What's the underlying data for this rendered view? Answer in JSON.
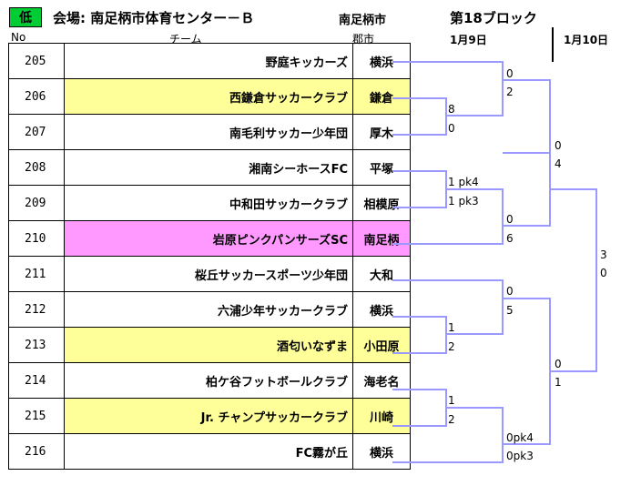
{
  "header": {
    "level": "低",
    "venue": "会場: 南足柄市体育センター－Ｂ",
    "host_city": "南足柄市",
    "block": "第18ブロック",
    "date1": "1月9日",
    "date2": "1月10日"
  },
  "columns": {
    "no": "No",
    "team": "チーム",
    "city": "郡市"
  },
  "rows": [
    {
      "no": "205",
      "team": "野庭キッカーズ",
      "city": "横浜",
      "hl": ""
    },
    {
      "no": "206",
      "team": "西鎌倉サッカークラブ",
      "city": "鎌倉",
      "hl": "yellow"
    },
    {
      "no": "207",
      "team": "南毛利サッカー少年団",
      "city": "厚木",
      "hl": ""
    },
    {
      "no": "208",
      "team": "湘南シーホースFC",
      "city": "平塚",
      "hl": ""
    },
    {
      "no": "209",
      "team": "中和田サッカークラブ",
      "city": "相模原",
      "hl": ""
    },
    {
      "no": "210",
      "team": "岩原ピンクパンサーズSC",
      "city": "南足柄",
      "hl": "pink"
    },
    {
      "no": "211",
      "team": "桜丘サッカースポーツ少年団",
      "city": "大和",
      "hl": ""
    },
    {
      "no": "212",
      "team": "六浦少年サッカークラブ",
      "city": "横浜",
      "hl": ""
    },
    {
      "no": "213",
      "team": "酒匂いなずま",
      "city": "小田原",
      "hl": "yellow"
    },
    {
      "no": "214",
      "team": "柏ケ谷フットボールクラブ",
      "city": "海老名",
      "hl": ""
    },
    {
      "no": "215",
      "team": "Jr. チャンプサッカークラブ",
      "city": "川崎",
      "hl": "yellow"
    },
    {
      "no": "216",
      "team": "FC霧が丘",
      "city": "横浜",
      "hl": ""
    }
  ],
  "scores": {
    "s206_207_top": "8",
    "s206_207_bot": "0",
    "s205_top": "0",
    "s205_bot": "2",
    "s208_209_top": "1 pk4",
    "s208_209_bot": "1 pk3",
    "s210_top": "0",
    "s210_bot": "6",
    "q1_top": "0",
    "q1_bot": "4",
    "s212_213_top": "1",
    "s212_213_bot": "2",
    "s211_top": "0",
    "s211_bot": "5",
    "s214_215_top": "1",
    "s214_215_bot": "2",
    "s216_top": "0pk4",
    "s216_bot": "0pk3",
    "q2_top": "0",
    "q2_bot": "1",
    "final_top": "3",
    "final_bot": "0"
  },
  "colors": {
    "bracket": "#9999ff",
    "level_badge": "#00cc33",
    "highlight_yellow": "#ffff99",
    "highlight_pink": "#ff99ff"
  }
}
